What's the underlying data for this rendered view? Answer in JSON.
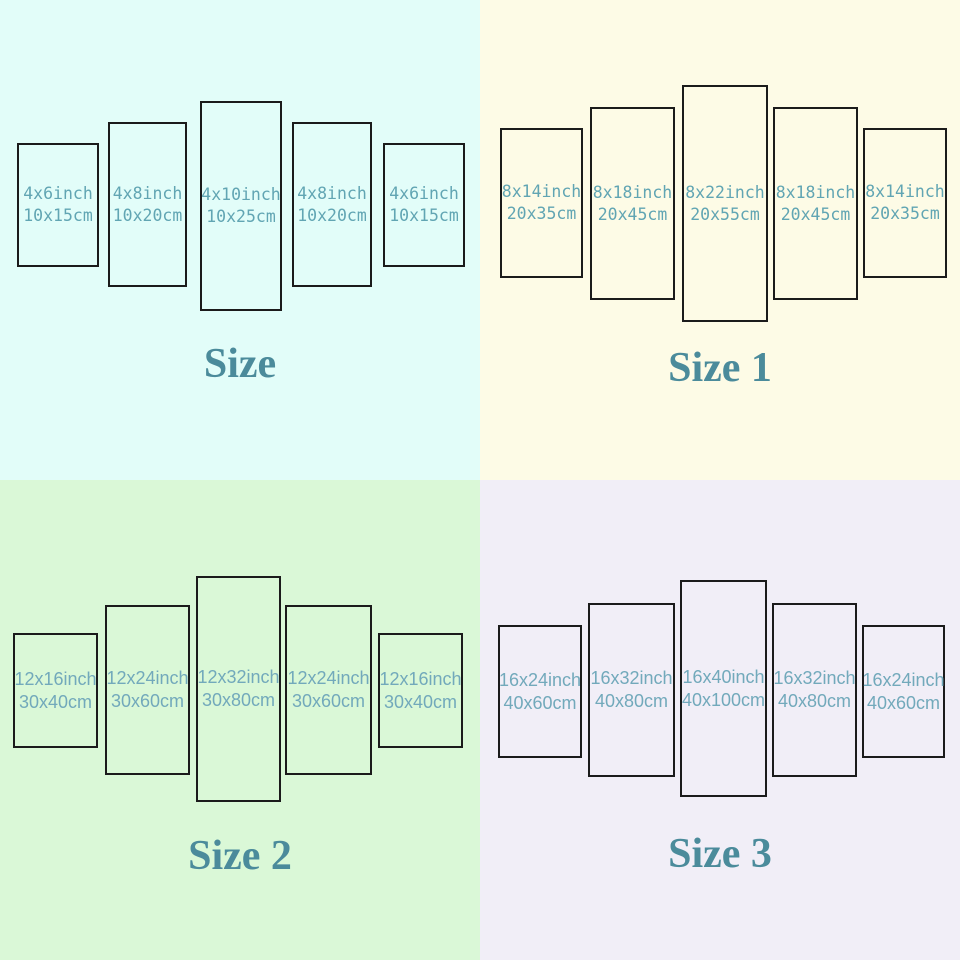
{
  "colors": {
    "panel_border": "#1b1b1b",
    "label_text_top": "#61a5b3",
    "label_text_bottom": "#72a9bb",
    "title_text": "#4b8b9b"
  },
  "quadrants": [
    {
      "title": "Size",
      "bg": "#e2fdf9",
      "panels": [
        {
          "line1": "4x6inch",
          "line2": "10x15cm"
        },
        {
          "line1": "4x8inch",
          "line2": "10x20cm"
        },
        {
          "line1": "4x10inch",
          "line2": "10x25cm"
        },
        {
          "line1": "4x8inch",
          "line2": "10x20cm"
        },
        {
          "line1": "4x6inch",
          "line2": "10x15cm"
        }
      ]
    },
    {
      "title": "Size 1",
      "bg": "#fdfbe6",
      "panels": [
        {
          "line1": "8x14inch",
          "line2": "20x35cm"
        },
        {
          "line1": "8x18inch",
          "line2": "20x45cm"
        },
        {
          "line1": "8x22inch",
          "line2": "20x55cm"
        },
        {
          "line1": "8x18inch",
          "line2": "20x45cm"
        },
        {
          "line1": "8x14inch",
          "line2": "20x35cm"
        }
      ]
    },
    {
      "title": "Size 2",
      "bg": "#daf8d7",
      "panels": [
        {
          "line1": "12x16inch",
          "line2": "30x40cm"
        },
        {
          "line1": "12x24inch",
          "line2": "30x60cm"
        },
        {
          "line1": "12x32inch",
          "line2": "30x80cm"
        },
        {
          "line1": "12x24inch",
          "line2": "30x60cm"
        },
        {
          "line1": "12x16inch",
          "line2": "30x40cm"
        }
      ]
    },
    {
      "title": "Size 3",
      "bg": "#f1eef7",
      "panels": [
        {
          "line1": "16x24inch",
          "line2": "40x60cm"
        },
        {
          "line1": "16x32inch",
          "line2": "40x80cm"
        },
        {
          "line1": "16x40inch",
          "line2": "40x100cm"
        },
        {
          "line1": "16x32inch",
          "line2": "40x80cm"
        },
        {
          "line1": "16x24inch",
          "line2": "40x60cm"
        }
      ]
    }
  ]
}
